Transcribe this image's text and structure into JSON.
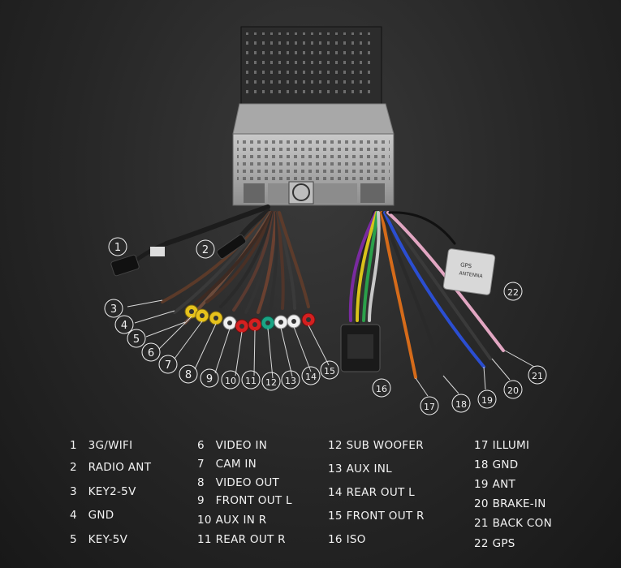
{
  "callouts": [
    "1",
    "2",
    "3",
    "4",
    "5",
    "6",
    "7",
    "8",
    "9",
    "10",
    "11",
    "12",
    "13",
    "14",
    "15",
    "16",
    "17",
    "18",
    "19",
    "20",
    "21",
    "22"
  ],
  "gps_label": {
    "line1": "GPS",
    "line2": "ANTENNA"
  },
  "legend": {
    "col1": [
      {
        "num": "1",
        "label": "3G/WIFI"
      },
      {
        "num": "2",
        "label": "RADIO ANT"
      },
      {
        "num": "3",
        "label": "KEY2-5V"
      },
      {
        "num": "4",
        "label": "GND"
      },
      {
        "num": "5",
        "label": "KEY-5V"
      }
    ],
    "col2": [
      {
        "num": "6",
        "label": "VIDEO IN"
      },
      {
        "num": "7",
        "label": "CAM IN"
      },
      {
        "num": "8",
        "label": "VIDEO OUT"
      },
      {
        "num": "9",
        "label": "FRONT OUT L"
      },
      {
        "num": "10",
        "label": "AUX IN R"
      },
      {
        "num": "11",
        "label": "REAR OUT R"
      }
    ],
    "col3": [
      {
        "num": "12",
        "label": "SUB WOOFER"
      },
      {
        "num": "13",
        "label": "AUX INL"
      },
      {
        "num": "14",
        "label": "REAR OUT L"
      },
      {
        "num": "15",
        "label": "FRONT OUT R"
      },
      {
        "num": "16",
        "label": "ISO"
      }
    ],
    "col4": [
      {
        "num": "17",
        "label": "ILLUMI"
      },
      {
        "num": "18",
        "label": "GND"
      },
      {
        "num": "19",
        "label": "ANT"
      },
      {
        "num": "20",
        "label": "BRAKE-IN"
      },
      {
        "num": "21",
        "label": "BACK CON"
      },
      {
        "num": "22",
        "label": "GPS"
      }
    ]
  }
}
